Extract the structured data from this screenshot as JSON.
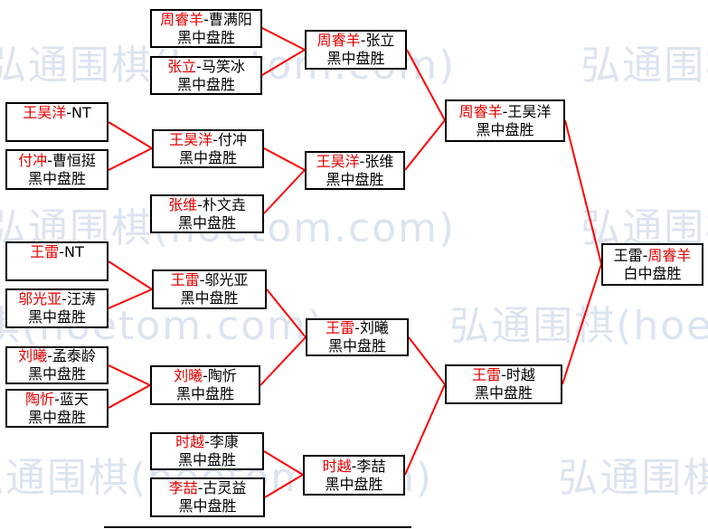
{
  "colors": {
    "winner-red": "#e00000",
    "line-red": "#ff0000",
    "border": "#000000",
    "watermark": "#dde4f0"
  },
  "separator": "-",
  "watermark": {
    "text": "弘通围棋(hoetom.com)",
    "rows": [
      {
        "text": "弘通围棋(hoetom.com)　　　弘通围棋(hoetom.com)"
      },
      {
        "text": "弘通围棋(hoetom.com)　　　弘通围棋(hoetom.com)"
      },
      {
        "text": "弘通围棋(hoetom.com)　　　弘通围棋(hoetom.com)"
      },
      {
        "text": "弘通围棋(hoetom.com)　　　弘通围棋(hoetom.com)"
      }
    ]
  },
  "matches": {
    "a1": {
      "p1": "王昊洋",
      "p2": "NT",
      "result": "",
      "winner": "p1"
    },
    "a2": {
      "p1": "付冲",
      "p2": "曹恒挺",
      "result": "黑中盘胜",
      "winner": "p1"
    },
    "b1": {
      "p1": "王雷",
      "p2": "NT",
      "result": "",
      "winner": "p1"
    },
    "b2": {
      "p1": "邬光亚",
      "p2": "汪涛",
      "result": "黑中盘胜",
      "winner": "p1"
    },
    "c1": {
      "p1": "刘曦",
      "p2": "孟泰龄",
      "result": "黑中盘胜",
      "winner": "p1"
    },
    "c2": {
      "p1": "陶忻",
      "p2": "蓝天",
      "result": "黑中盘胜",
      "winner": "p1"
    },
    "d1": {
      "p1": "周睿羊",
      "p2": "曹满阳",
      "result": "黑中盘胜",
      "winner": "p1"
    },
    "d2": {
      "p1": "张立",
      "p2": "马笑冰",
      "result": "黑中盘胜",
      "winner": "p1"
    },
    "d3": {
      "p1": "王昊洋",
      "p2": "付冲",
      "result": "黑中盘胜",
      "winner": "p1"
    },
    "d4": {
      "p1": "张维",
      "p2": "朴文垚",
      "result": "黑中盘胜",
      "winner": "p1"
    },
    "d5": {
      "p1": "王雷",
      "p2": "邬光亚",
      "result": "黑中盘胜",
      "winner": "p1"
    },
    "d6": {
      "p1": "刘曦",
      "p2": "陶忻",
      "result": "黑中盘胜",
      "winner": "p1"
    },
    "d7": {
      "p1": "时越",
      "p2": "李康",
      "result": "黑中盘胜",
      "winner": "p1"
    },
    "d8": {
      "p1": "李喆",
      "p2": "古灵益",
      "result": "黑中盘胜",
      "winner": "p1"
    },
    "e1": {
      "p1": "周睿羊",
      "p2": "张立",
      "result": "黑中盘胜",
      "winner": "p1"
    },
    "e2": {
      "p1": "王昊洋",
      "p2": "张维",
      "result": "黑中盘胜",
      "winner": "p1"
    },
    "e3": {
      "p1": "王雷",
      "p2": "刘曦",
      "result": "黑中盘胜",
      "winner": "p1"
    },
    "e4": {
      "p1": "时越",
      "p2": "李喆",
      "result": "黑中盘胜",
      "winner": "p1"
    },
    "f1": {
      "p1": "周睿羊",
      "p2": "王昊洋",
      "result": "黑中盘胜",
      "winner": "p1"
    },
    "f2": {
      "p1": "王雷",
      "p2": "时越",
      "result": "黑中盘胜",
      "winner": "p1"
    },
    "g1": {
      "p1": "王雷",
      "p2": "周睿羊",
      "result": "白中盘胜",
      "winner": "p2"
    }
  }
}
